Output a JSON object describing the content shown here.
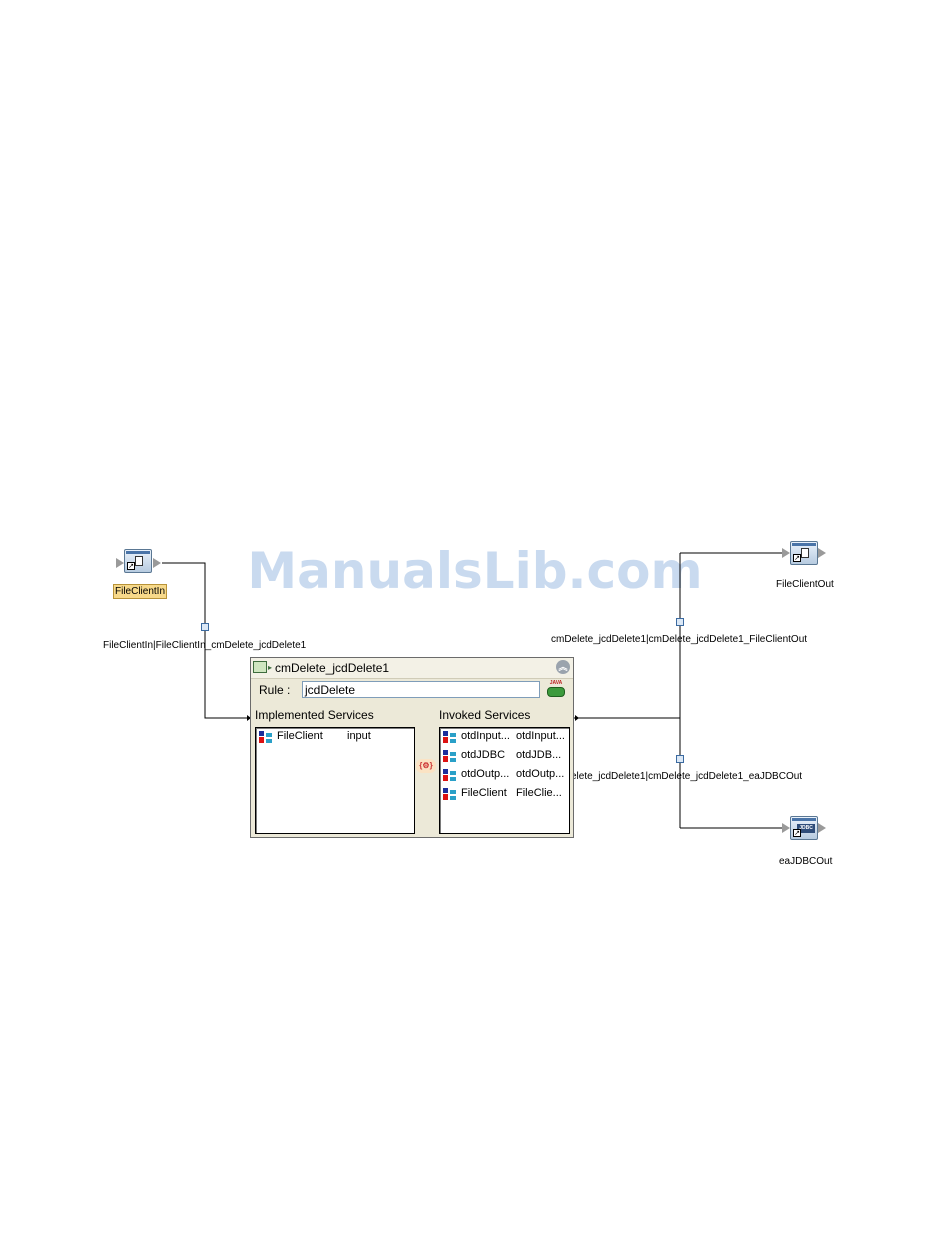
{
  "watermark": "ManualsLib.com",
  "nodes": {
    "file_client_in": {
      "label": "FileClientIn"
    },
    "file_client_out": {
      "label": "FileClientOut"
    },
    "ea_jdbc_out": {
      "label": "eaJDBCOut",
      "icon_text": "JDBC"
    }
  },
  "connections": {
    "in_link": "FileClientIn|FileClientIn_cmDelete_jcdDelete1",
    "out_file_link": "cmDelete_jcdDelete1|cmDelete_jcdDelete1_FileClientOut",
    "out_jdbc_link": "elete_jcdDelete1|cmDelete_jcdDelete1_eaJDBCOut"
  },
  "collaboration": {
    "title": "cmDelete_jcdDelete1",
    "rule_label": "Rule :",
    "rule_value": "jcdDelete",
    "java_icon_text": "JAVA",
    "implemented_header": "Implemented Services",
    "invoked_header": "Invoked Services",
    "implemented": [
      {
        "name": "FileClient",
        "op": "input"
      }
    ],
    "invoked": [
      {
        "name": "otdInput...",
        "op": "otdInput..."
      },
      {
        "name": "otdJDBC",
        "op": "otdJDB..."
      },
      {
        "name": "otdOutp...",
        "op": "otdOutp..."
      },
      {
        "name": "FileClient",
        "op": "FileClie..."
      }
    ]
  },
  "icons": {
    "collaboration": "collaboration-icon",
    "collapse": "double-chevron-up-icon",
    "service": "web-service-icon",
    "java": "java-icon",
    "mapping": "mapping-icon",
    "external_app": "external-application-icon",
    "port": "connector-port-icon"
  }
}
